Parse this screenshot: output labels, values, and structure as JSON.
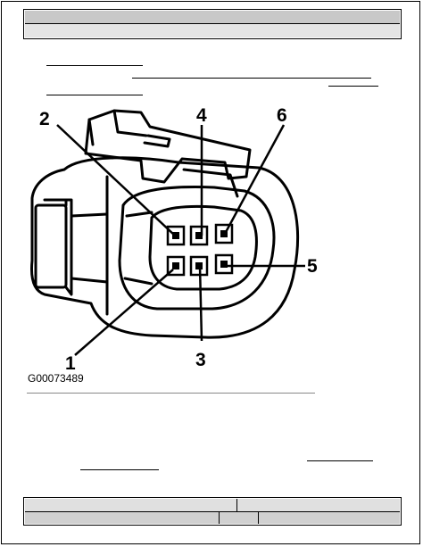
{
  "figure": {
    "caption": "G00073489",
    "pin_labels": {
      "p1": "1",
      "p2": "2",
      "p3": "3",
      "p4": "4",
      "p5": "5",
      "p6": "6"
    }
  }
}
